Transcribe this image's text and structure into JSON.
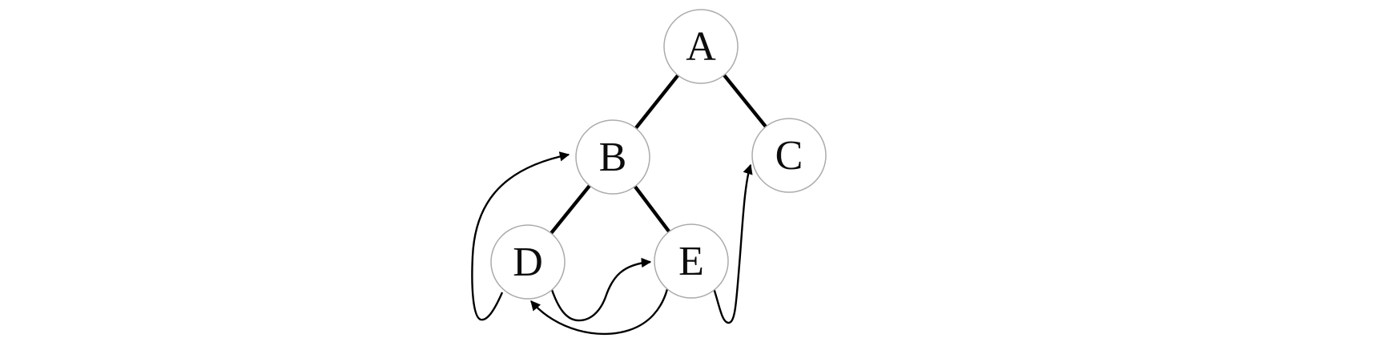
{
  "diagram": {
    "type": "graph",
    "description": "Binary-tree shaped graph with five labeled nodes; thick plain tree edges and thin curved directed arrows",
    "background_color": "#ffffff",
    "colors": {
      "node_fill": "#ffffff",
      "node_border": "#ababab",
      "tree_edge": "#000000",
      "arrow_edge": "#000000",
      "label": "#0d0d0d"
    },
    "nodes": [
      {
        "id": "A",
        "label": "A"
      },
      {
        "id": "B",
        "label": "B"
      },
      {
        "id": "C",
        "label": "C"
      },
      {
        "id": "D",
        "label": "D"
      },
      {
        "id": "E",
        "label": "E"
      }
    ],
    "tree_edges": [
      {
        "from": "A",
        "to": "B"
      },
      {
        "from": "A",
        "to": "C"
      },
      {
        "from": "B",
        "to": "D"
      },
      {
        "from": "B",
        "to": "E"
      }
    ],
    "arrow_edges": [
      {
        "from": "D",
        "to": "B"
      },
      {
        "from": "D",
        "to": "E"
      },
      {
        "from": "E",
        "to": "D"
      },
      {
        "from": "E",
        "to": "C"
      }
    ]
  }
}
